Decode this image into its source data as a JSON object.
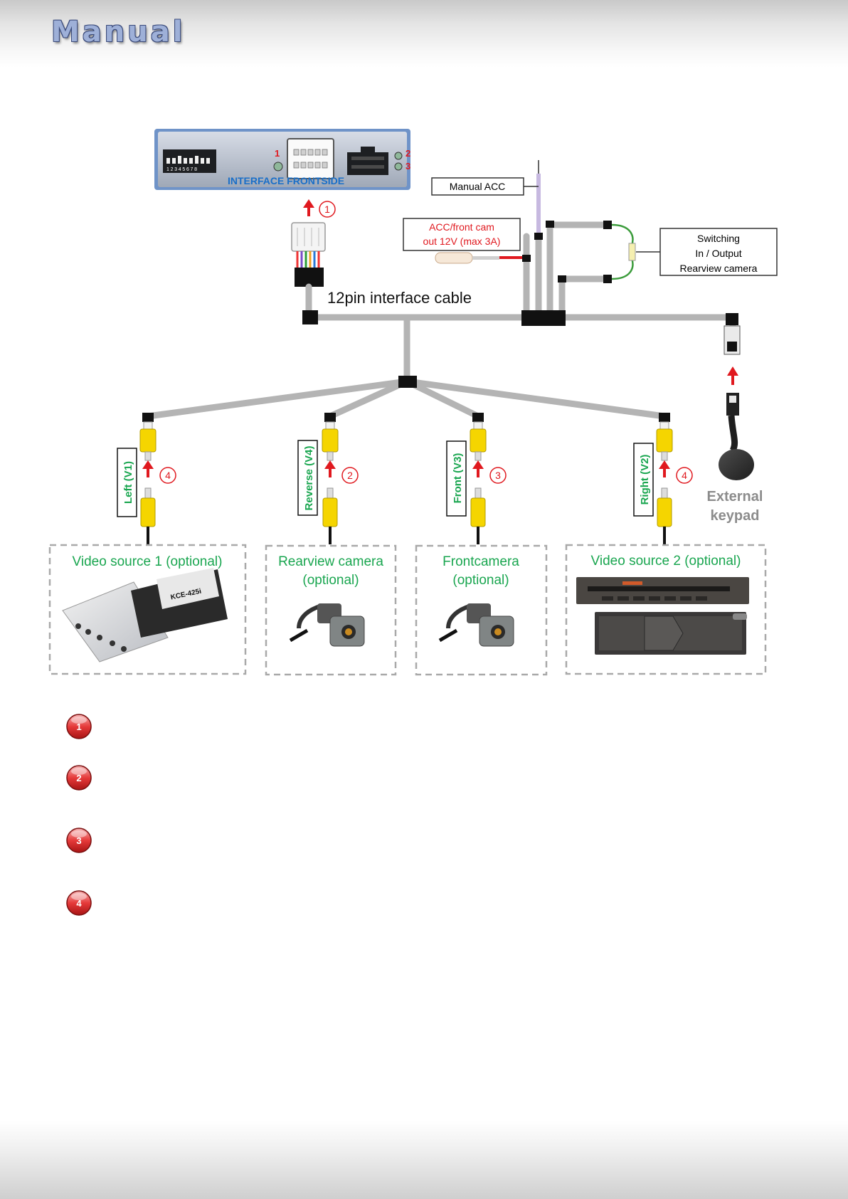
{
  "header": {
    "title": "Manual"
  },
  "interface": {
    "label": "INTERFACE FRONTSIDE",
    "led1": "1",
    "led2": "2",
    "led3": "3",
    "dip_numbers": "12345678"
  },
  "labels": {
    "manual_acc": "Manual ACC",
    "acc_front_cam_line1": "ACC/front cam",
    "acc_front_cam_line2": "out  12V (max 3A)",
    "switching_line1": "Switching",
    "switching_line2": "In / Output",
    "switching_line3": "Rearview camera",
    "cable": "12pin interface cable",
    "keypad_line1": "External",
    "keypad_line2": "keypad"
  },
  "inputs": [
    {
      "label": "Left (V1)",
      "step": "4"
    },
    {
      "label": "Reverse (V4)",
      "step": "2"
    },
    {
      "label": "Front  (V3)",
      "step": "3"
    },
    {
      "label": "Right  (V2)",
      "step": "4"
    }
  ],
  "connection_steps": {
    "interface": "1"
  },
  "sources": [
    {
      "line1": "Video source 1 (optional)",
      "line2": ""
    },
    {
      "line1": "Rearview camera",
      "line2": "(optional)"
    },
    {
      "line1": "Frontcamera",
      "line2": "(optional)"
    },
    {
      "line1": "Video source 2 (optional)",
      "line2": ""
    }
  ],
  "device_labels": {
    "kce": "KCE-425i"
  },
  "legend": [
    {
      "number": "1",
      "text": ""
    },
    {
      "number": "2",
      "text": ""
    },
    {
      "number": "3",
      "text": ""
    },
    {
      "number": "4",
      "text": ""
    }
  ],
  "colors": {
    "accent_green": "#1aa650",
    "accent_red": "#e0191f",
    "cable_gray": "#b4b4b4",
    "interface_blue": "#1a6fc8"
  }
}
